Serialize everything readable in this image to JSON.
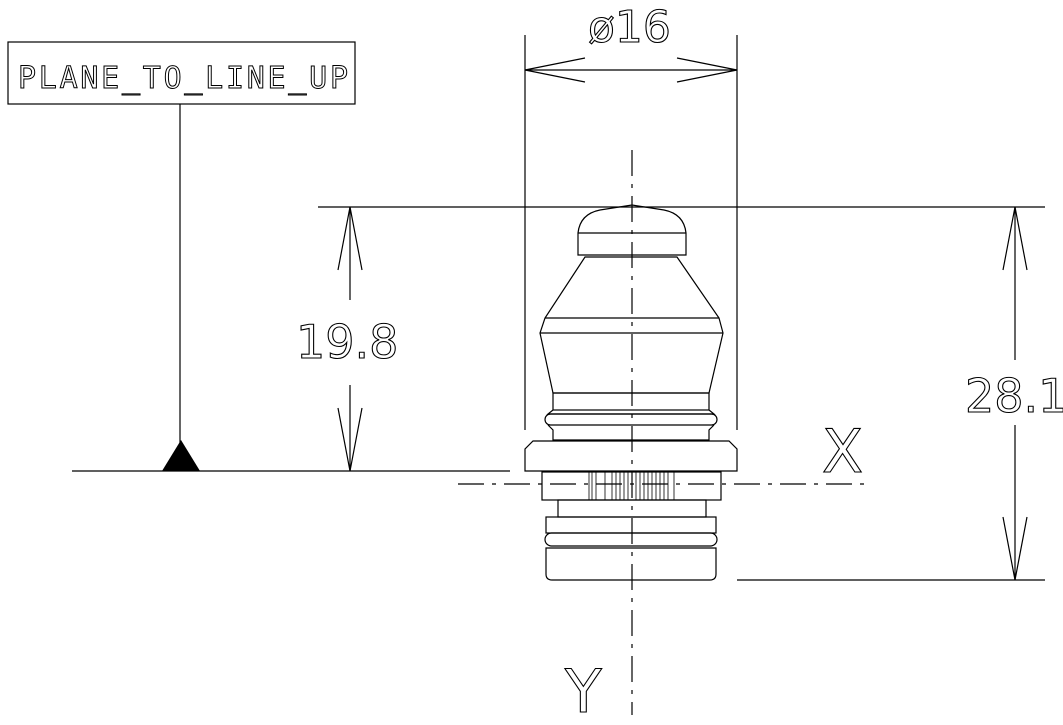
{
  "label": "PLANE_TO_LINE_UP",
  "dimensions": {
    "diameter": "ø16",
    "height_to_plane": "19.8",
    "total_height": "28.1"
  },
  "axes": {
    "x": "X",
    "y": "Y"
  }
}
